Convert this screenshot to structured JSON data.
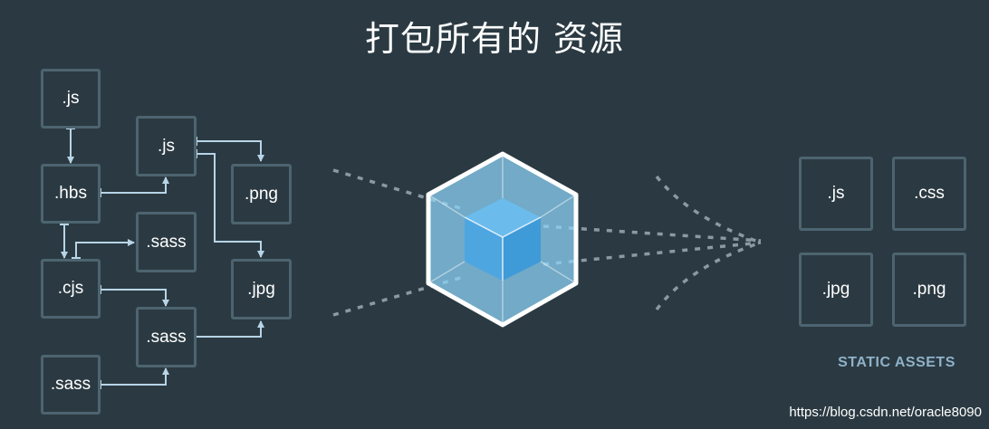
{
  "title": "打包所有的 资源",
  "source_files": [
    {
      "id": "js1",
      "label": ".js"
    },
    {
      "id": "hbs",
      "label": ".hbs"
    },
    {
      "id": "cjs",
      "label": ".cjs"
    },
    {
      "id": "sass3",
      "label": ".sass"
    },
    {
      "id": "js2",
      "label": ".js"
    },
    {
      "id": "sass1",
      "label": ".sass"
    },
    {
      "id": "sass2",
      "label": ".sass"
    },
    {
      "id": "png",
      "label": ".png"
    },
    {
      "id": "jpg",
      "label": ".jpg"
    }
  ],
  "static_assets": {
    "label": "STATIC ASSETS",
    "items": [
      ".js",
      ".css",
      ".jpg",
      ".png"
    ]
  },
  "watermark": "https://blog.csdn.net/oracle8090",
  "colors": {
    "background": "#2b3a42",
    "box_border": "#4d6470",
    "arrow": "#b8d4e6",
    "cube_outer": "#8ed6fb",
    "cube_inner": "#1c78c0",
    "static_label": "#8fb2c9"
  }
}
